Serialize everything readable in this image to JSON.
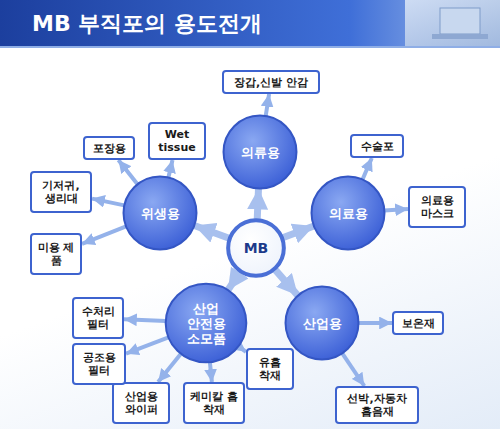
{
  "diagram": {
    "title": "MB 부직포의 용도전개",
    "nodes": [
      {
        "text": [
          "MB"
        ]
      },
      {
        "text": [
          "의류용"
        ]
      },
      {
        "text": [
          "의료용"
        ]
      },
      {
        "text": [
          "산업용"
        ]
      },
      {
        "text": [
          "산업 안전용 소모품"
        ]
      },
      {
        "text": [
          "위생용"
        ]
      },
      {
        "text": [
          "장갑,신발 안감"
        ]
      },
      {
        "text": [
          "수술포"
        ]
      },
      {
        "text": [
          "의료용 마스크"
        ]
      },
      {
        "text": [
          "보온재"
        ]
      },
      {
        "text": [
          "선박,자동차 흡음재"
        ]
      },
      {
        "text": [
          "유흡 착재"
        ]
      },
      {
        "text": [
          "케미칼 흡착재"
        ]
      },
      {
        "text": [
          "산업용 와이퍼"
        ]
      },
      {
        "text": [
          "공조용 필터"
        ]
      },
      {
        "text": [
          "수처리 필터"
        ]
      },
      {
        "text": [
          "Wet tissue"
        ]
      },
      {
        "text": [
          "포장용"
        ]
      },
      {
        "text": [
          "기저귀, 생리대"
        ]
      },
      {
        "text": [
          "미용 제품"
        ]
      }
    ],
    "edges": [
      {
        "from": 0,
        "to": 1,
        "arrow": "to"
      },
      {
        "from": 0,
        "to": 2,
        "arrow": "to"
      },
      {
        "from": 0,
        "to": 3,
        "arrow": "to"
      },
      {
        "from": 0,
        "to": 4,
        "arrow": "to"
      },
      {
        "from": 0,
        "to": 5,
        "arrow": "to"
      },
      {
        "from": 1,
        "to": 6,
        "arrow": "to"
      },
      {
        "from": 2,
        "to": 7,
        "arrow": "to"
      },
      {
        "from": 2,
        "to": 8,
        "arrow": "to"
      },
      {
        "from": 3,
        "to": 9,
        "arrow": "to"
      },
      {
        "from": 3,
        "to": 10,
        "arrow": "to"
      },
      {
        "from": 4,
        "to": 11,
        "arrow": "to"
      },
      {
        "from": 4,
        "to": 12,
        "arrow": "to"
      },
      {
        "from": 4,
        "to": 13,
        "arrow": "to"
      },
      {
        "from": 4,
        "to": 14,
        "arrow": "to"
      },
      {
        "from": 4,
        "to": 15,
        "arrow": "to"
      },
      {
        "from": 5,
        "to": 16,
        "arrow": "to"
      },
      {
        "from": 5,
        "to": 17,
        "arrow": "to"
      },
      {
        "from": 5,
        "to": 18,
        "arrow": "to"
      },
      {
        "from": 5,
        "to": 19,
        "arrow": "to"
      }
    ]
  }
}
